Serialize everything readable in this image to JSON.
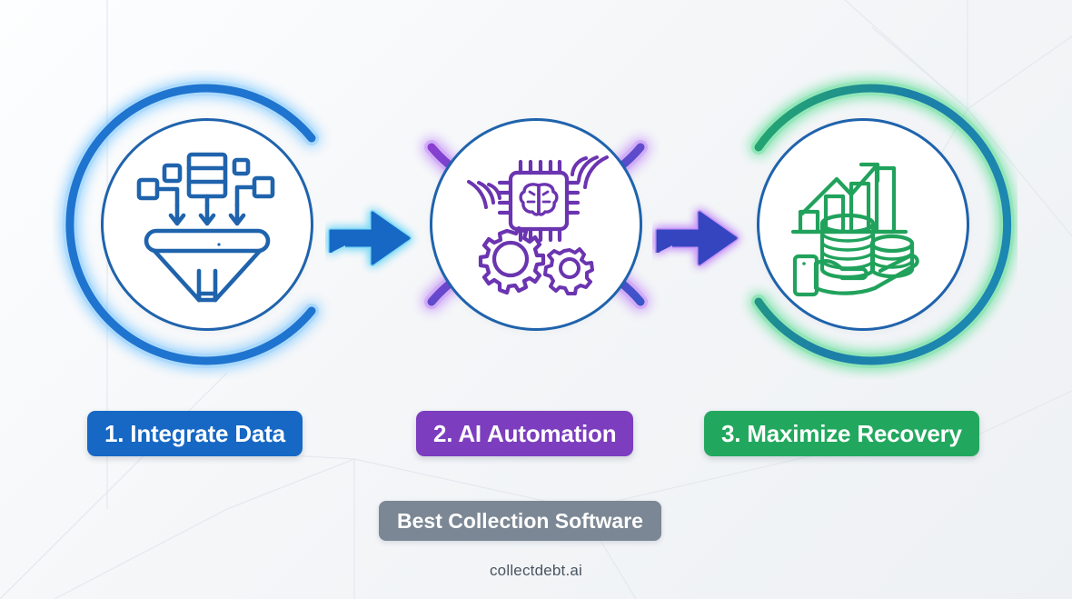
{
  "background": {
    "base_color": "#f4f6f8",
    "line_color": "#e3e8ed"
  },
  "steps": [
    {
      "number": "1",
      "label": "1. Integrate Data",
      "icon_name": "data-funnel-icon",
      "accent": "#1668c4",
      "glow": "#2e9cf5",
      "ring_color": "#1f74cf",
      "inner_ring_color": "#1f63ac",
      "icon_color": "#1f63ac"
    },
    {
      "number": "2",
      "label": "2. AI Automation",
      "icon_name": "ai-chip-brain-gears-icon",
      "accent": "#7c3dbe",
      "glow": "#a855f7",
      "ring_color": "#4a53c8",
      "inner_ring_color": "#1f63ac",
      "icon_color": "#6b34b0"
    },
    {
      "number": "3",
      "label": "3. Maximize Recovery",
      "icon_name": "hand-coins-growth-icon",
      "accent": "#22a85e",
      "glow": "#34d87a",
      "ring_color": "#1c7fa8",
      "inner_ring_color": "#1f63ac",
      "icon_color": "#21a25c"
    }
  ],
  "arrows": [
    {
      "name": "arrow-step1-to-step2",
      "fill": "#1668c4",
      "glow": "#35c6f4"
    },
    {
      "name": "arrow-step2-to-step3",
      "fill": "#3545c0",
      "glow": "#a855f7"
    }
  ],
  "footer": {
    "badge_label": "Best Collection Software",
    "badge_color": "#7b8794",
    "site_url": "collectdebt.ai"
  }
}
